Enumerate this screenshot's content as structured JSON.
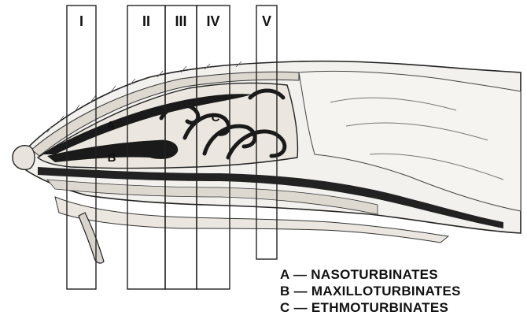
{
  "figure": {
    "sections": [
      {
        "label": "I"
      },
      {
        "label": "II"
      },
      {
        "label": "III"
      },
      {
        "label": "IV"
      },
      {
        "label": "V"
      }
    ],
    "region_labels": [
      {
        "label": "A"
      },
      {
        "label": "B"
      },
      {
        "label": "C"
      }
    ],
    "legend": [
      {
        "text": "A — NASOTURBINATES"
      },
      {
        "text": "B — MAXILLOTURBINATES"
      },
      {
        "text": "C — ETHMOTURBINATES"
      }
    ]
  }
}
